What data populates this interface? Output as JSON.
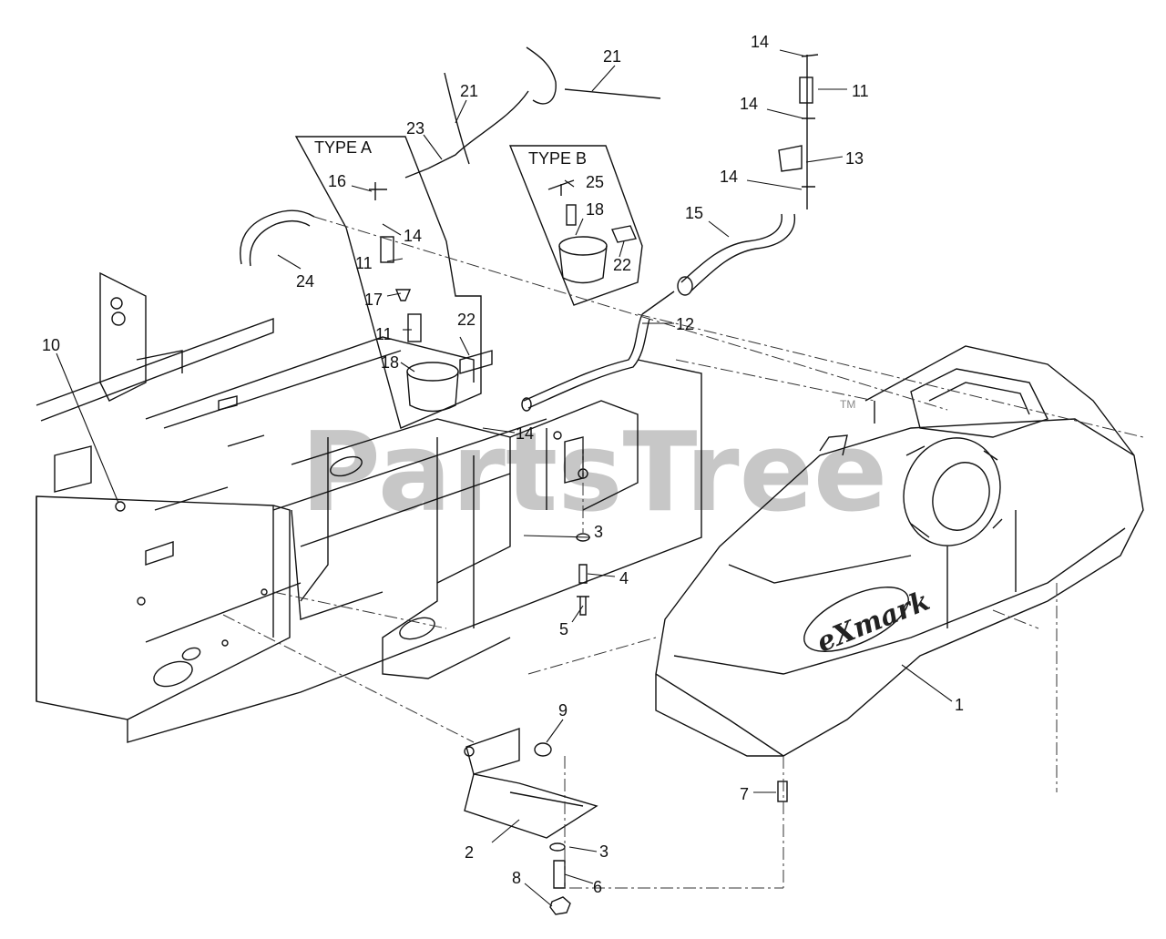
{
  "diagram": {
    "boxes": [
      {
        "title": "TYPE A"
      },
      {
        "title": "TYPE B"
      }
    ],
    "callouts": [
      {
        "n": "1"
      },
      {
        "n": "2"
      },
      {
        "n": "3"
      },
      {
        "n": "3"
      },
      {
        "n": "4"
      },
      {
        "n": "5"
      },
      {
        "n": "6"
      },
      {
        "n": "7"
      },
      {
        "n": "8"
      },
      {
        "n": "9"
      },
      {
        "n": "10"
      },
      {
        "n": "11"
      },
      {
        "n": "11"
      },
      {
        "n": "11"
      },
      {
        "n": "12"
      },
      {
        "n": "13"
      },
      {
        "n": "14"
      },
      {
        "n": "14"
      },
      {
        "n": "14"
      },
      {
        "n": "14"
      },
      {
        "n": "14"
      },
      {
        "n": "15"
      },
      {
        "n": "16"
      },
      {
        "n": "17"
      },
      {
        "n": "18"
      },
      {
        "n": "18"
      },
      {
        "n": "21"
      },
      {
        "n": "21"
      },
      {
        "n": "22"
      },
      {
        "n": "22"
      },
      {
        "n": "23"
      },
      {
        "n": "24"
      },
      {
        "n": "25"
      }
    ],
    "watermark": "PartsTree",
    "trademark": "TM",
    "tank_logo": "eXmark"
  }
}
